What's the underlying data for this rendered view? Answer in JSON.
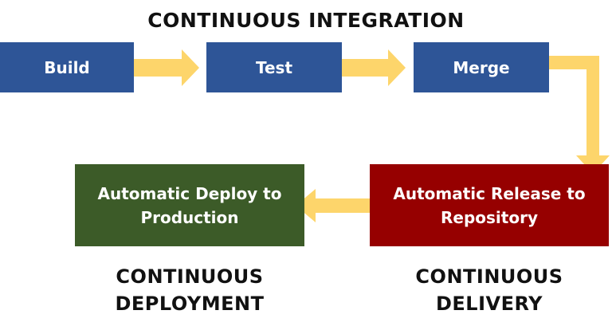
{
  "title": "CONTINUOUS INTEGRATION",
  "colors": {
    "blue": "#2e5597",
    "green": "#3c5b28",
    "red": "#960000",
    "arrow": "#fdd56b"
  },
  "steps": {
    "build": "Build",
    "test": "Test",
    "merge": "Merge",
    "release": "Automatic Release to Repository",
    "deploy": "Automatic Deploy to Production"
  },
  "sections": {
    "delivery": [
      "CONTINUOUS",
      "DELIVERY"
    ],
    "deployment": [
      "CONTINUOUS",
      "DEPLOYMENT"
    ]
  }
}
